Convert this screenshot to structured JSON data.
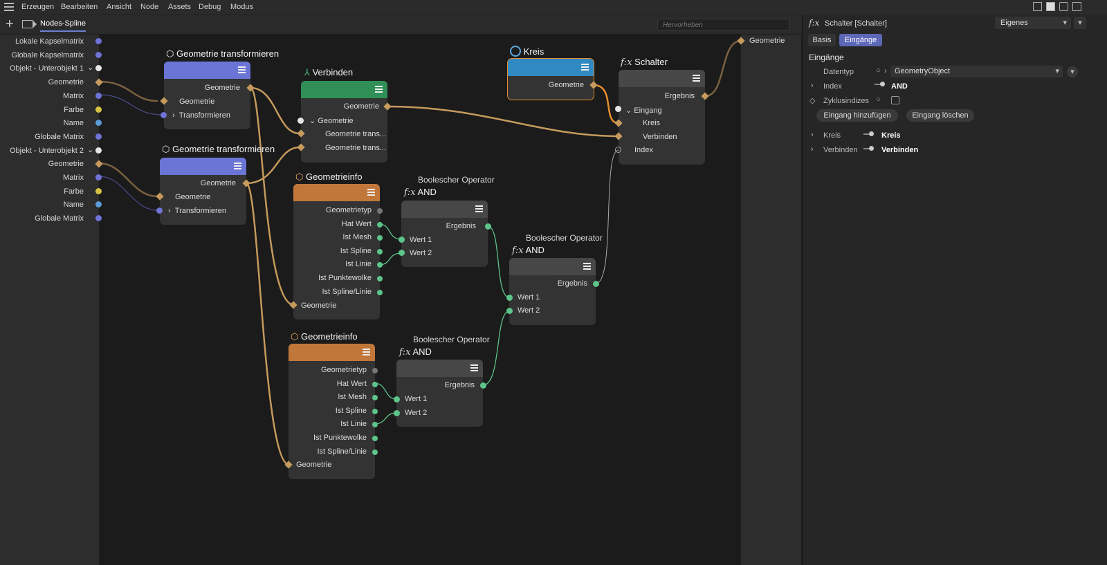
{
  "menubar": {
    "items": [
      "Erzeugen",
      "Bearbeiten",
      "Ansicht",
      "Node",
      "Assets",
      "Debug",
      "Modus"
    ]
  },
  "tabbar": {
    "tab_name": "Nodes-Spline",
    "search_placeholder": "Hervorheben"
  },
  "left_ports": [
    {
      "label": "Lokale Kapselmatrix",
      "type": "matrix"
    },
    {
      "label": "Globale Kapselmatrix",
      "type": "matrix"
    },
    {
      "label": "Objekt - Unterobjekt 1",
      "type": "object"
    },
    {
      "label": "Geometrie",
      "type": "geometry"
    },
    {
      "label": "Matrix",
      "type": "matrix"
    },
    {
      "label": "Farbe",
      "type": "color"
    },
    {
      "label": "Name",
      "type": "string"
    },
    {
      "label": "Globale Matrix",
      "type": "matrix"
    },
    {
      "label": "Objekt - Unterobjekt 2",
      "type": "object"
    },
    {
      "label": "Geometrie",
      "type": "geometry"
    },
    {
      "label": "Matrix",
      "type": "matrix"
    },
    {
      "label": "Farbe",
      "type": "color"
    },
    {
      "label": "Name",
      "type": "string"
    },
    {
      "label": "Globale Matrix",
      "type": "matrix"
    }
  ],
  "right_port": {
    "label": "Geometrie"
  },
  "nodes": {
    "transform1": {
      "title": "Geometrie transformieren",
      "out": "Geometrie",
      "in1": "Geometrie",
      "in2": "Transformieren"
    },
    "transform2": {
      "title": "Geometrie transformieren",
      "out": "Geometrie",
      "in1": "Geometrie",
      "in2": "Transformieren"
    },
    "verbinden": {
      "title": "Verbinden",
      "out": "Geometrie",
      "group": "Geometrie",
      "in1": "Geometrie trans...",
      "in2": "Geometrie trans..."
    },
    "kreis": {
      "title": "Kreis",
      "out": "Geometrie"
    },
    "schalter": {
      "title": "Schalter",
      "out": "Ergebnis",
      "group": "Eingang",
      "in1": "Kreis",
      "in2": "Verbinden",
      "in3": "Index"
    },
    "info1": {
      "title": "Geometrieinfo",
      "ports": [
        "Geometrietyp",
        "Hat Wert",
        "Ist Mesh",
        "Ist Spline",
        "Ist Linie",
        "Ist Punktewolke",
        "Ist Spline/Linie"
      ],
      "in": "Geometrie"
    },
    "info2": {
      "title": "Geometrieinfo",
      "ports": [
        "Geometrietyp",
        "Hat Wert",
        "Ist Mesh",
        "Ist Spline",
        "Ist Linie",
        "Ist Punktewolke",
        "Ist Spline/Linie"
      ],
      "in": "Geometrie"
    },
    "bool1": {
      "title": "Boolescher Operator",
      "subtitle": "AND",
      "out": "Ergebnis",
      "in1": "Wert 1",
      "in2": "Wert 2"
    },
    "bool2": {
      "title": "Boolescher Operator",
      "subtitle": "AND",
      "out": "Ergebnis",
      "in1": "Wert 1",
      "in2": "Wert 2"
    },
    "bool3": {
      "title": "Boolescher Operator",
      "subtitle": "AND",
      "out": "Ergebnis",
      "in1": "Wert 1",
      "in2": "Wert 2"
    }
  },
  "props": {
    "header": "Schalter [Schalter]",
    "mode": "Eigenes",
    "tabs": [
      "Basis",
      "Eingänge"
    ],
    "section": "Eingänge",
    "datentyp_label": "Datentyp",
    "datentyp_value": "GeometryObject",
    "index_label": "Index",
    "index_value": "AND",
    "zyklus_label": "Zyklusindizes",
    "btn_add": "Eingang hinzufügen",
    "btn_del": "Eingang löschen",
    "kreis_label": "Kreis",
    "kreis_value": "Kreis",
    "verb_label": "Verbinden",
    "verb_value": "Verbinden"
  },
  "colors": {
    "geometry": "#c59a5c",
    "matrix": "#6f73d6",
    "color": "#d6c244",
    "string": "#5a9bd8",
    "object": "#e6e6e6",
    "bool": "#5dc48a",
    "transform_head": "#6b75d6",
    "verbinden_head": "#2f8f57",
    "kreis_head": "#3189c2",
    "info_head": "#c2773a",
    "generic_head": "#474747"
  }
}
